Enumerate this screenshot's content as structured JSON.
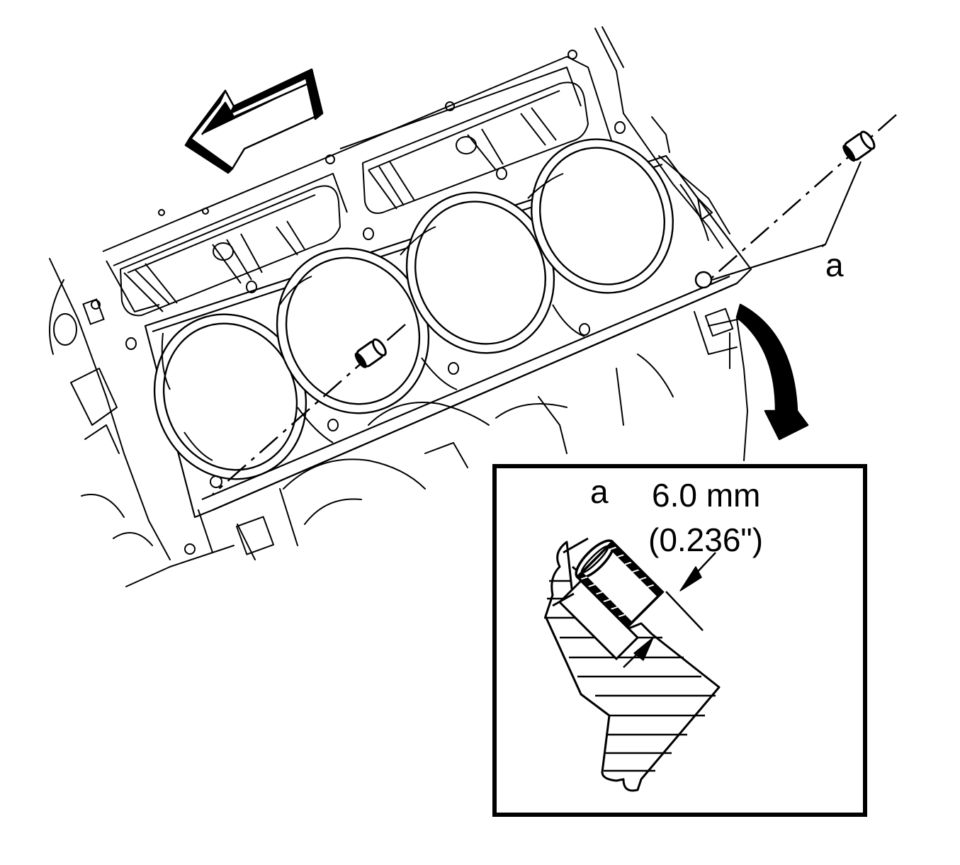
{
  "labels": {
    "dowel_callout_main": "a",
    "dowel_callout_detail": "a",
    "dimension_metric": "6.0 mm",
    "dimension_imperial": "(0.236\")"
  },
  "colors": {
    "ink": "#000000",
    "paper": "#ffffff"
  },
  "icons": {
    "direction_arrow": "install-direction-arrow-icon",
    "detail_arrow": "curved-detail-arrow-icon"
  }
}
